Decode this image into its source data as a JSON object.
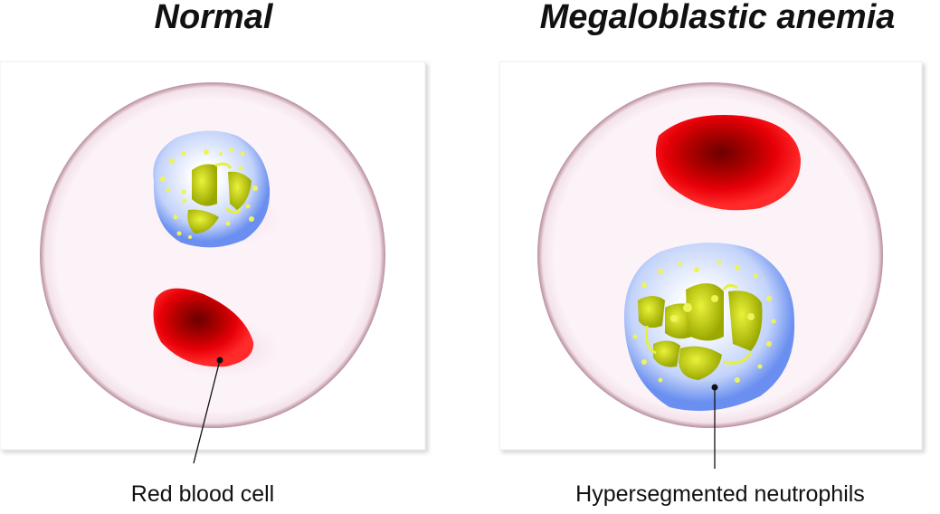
{
  "panels": [
    {
      "title": "Normal",
      "label": "Red blood cell"
    },
    {
      "title": "Megaloblastic anemia",
      "label": "Hypersegmented neutrophils"
    }
  ],
  "colors": {
    "rbc": "#e8000a",
    "wbc": "#6f94f2",
    "nucleus": "#c8d400",
    "dish": "#fcf2f7"
  }
}
